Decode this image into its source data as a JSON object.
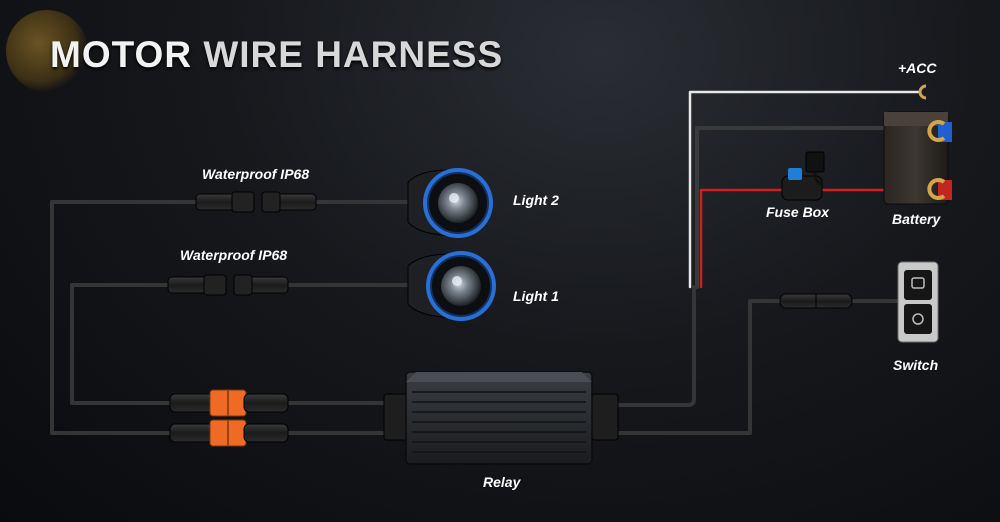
{
  "title": {
    "part1": "MOTOR",
    "part2": "WIRE HARNESS"
  },
  "labels": {
    "acc": "+ACC",
    "battery": "Battery",
    "fuse_box": "Fuse Box",
    "light2": "Light 2",
    "light1": "Light 1",
    "waterproof_top": "Waterproof IP68",
    "waterproof_bottom": "Waterproof IP68",
    "switch": "Switch",
    "relay": "Relay"
  },
  "colors": {
    "wire_white": "#e8e8e8",
    "wire_black": "#3a3a3a",
    "wire_red": "#d21e1e",
    "connector_orange": "#ef6a24",
    "light_ring_blue": "#2a6fd6",
    "title_glow": "#6a5424"
  }
}
